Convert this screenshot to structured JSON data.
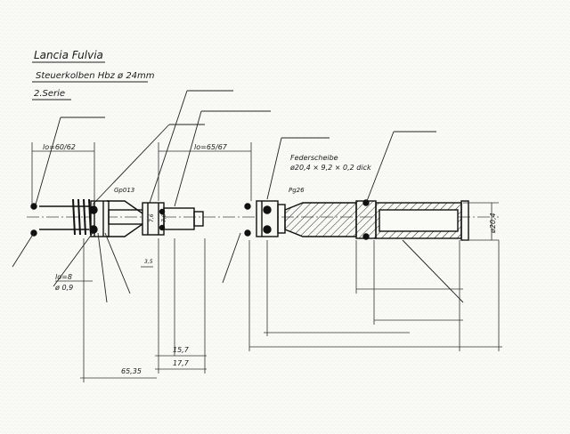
{
  "header": {
    "line1": "Lancia Fulvia",
    "line2": "Steuerkolben Hbz ø 24mm",
    "line3": "2.Serie"
  },
  "labels": {
    "spring_left": "lo=60/62",
    "spring_right": "lo=65/67",
    "small_spring": "lo=8",
    "wire": "ø 0,9",
    "ring_code": "Gp013",
    "federscheibe": "Federscheibe",
    "washer_spec": "ø20,4 × 9,2 × 0,2 dick",
    "seal": "Pg26",
    "dim_15_7": "15,7",
    "dim_17_7": "17,7",
    "dim_65_35": "65,35",
    "dia_20_4": "ø20,4",
    "side_L1": "7,6",
    "side_L2": "7,9",
    "tiny_3": "3,5"
  }
}
